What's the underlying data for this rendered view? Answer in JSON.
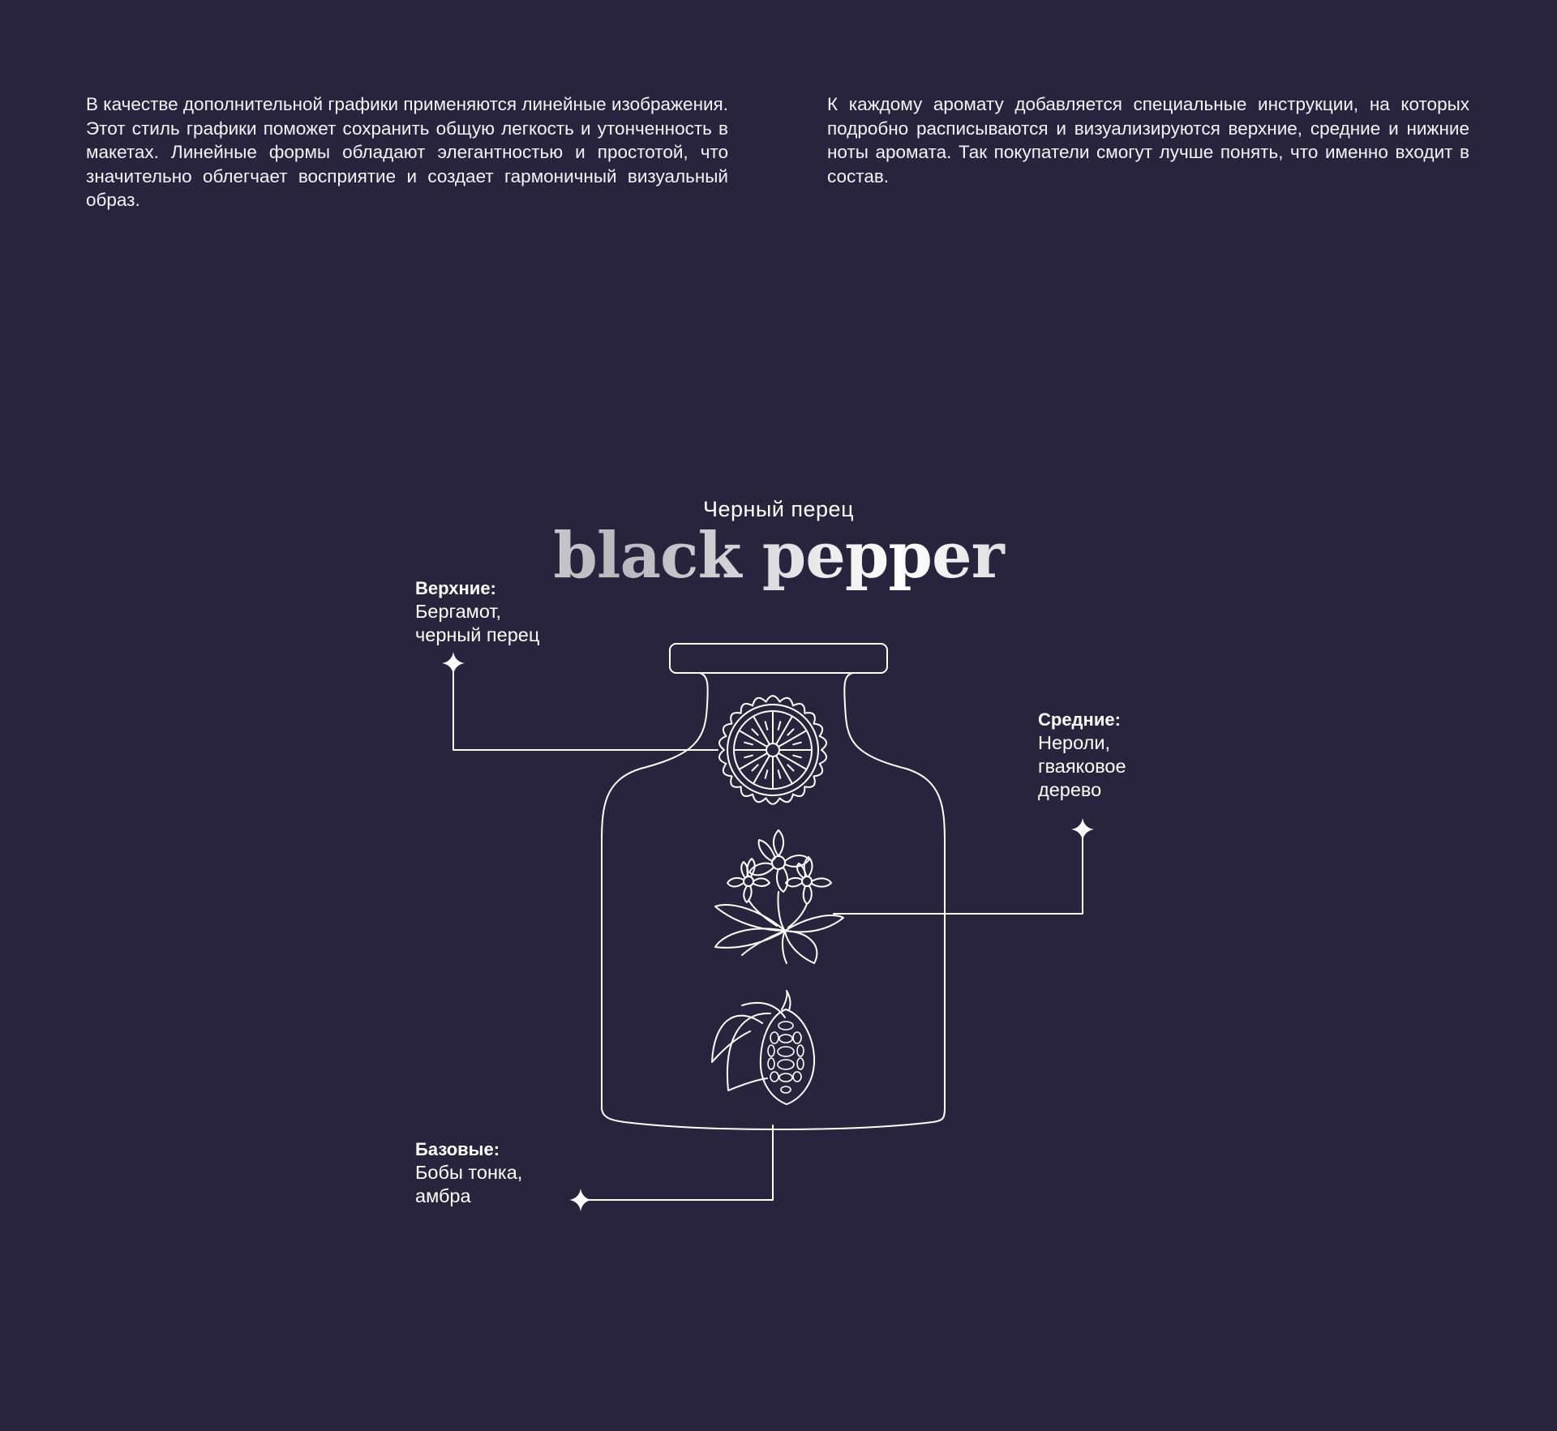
{
  "intro": {
    "left": "В качестве дополнительной графики применяются линейные изображения. Этот стиль графики поможет сохранить общую легкость и утонченность в макетах. Линейные формы обладают элегантностью и простотой, что значительно облегчает восприятие и создает гармоничный визуальный образ.",
    "right": "К каждому аромату добавляется специальные инструкции, на которых подробно расписываются и визуализируются верхние, средние и нижние ноты аромата. Так покупатели смогут лучше понять, что именно входит в состав."
  },
  "scent": {
    "subtitle": "Черный перец",
    "title": "black pepper"
  },
  "notes": {
    "top": {
      "heading": "Верхние:",
      "lines": [
        "Бергамот,",
        "черный перец"
      ]
    },
    "middle": {
      "heading": "Средние:",
      "lines": [
        "Нероли,",
        "гваяковое",
        "дерево"
      ]
    },
    "base": {
      "heading": "Базовые:",
      "lines": [
        "Бобы тонка,",
        "амбра"
      ]
    }
  },
  "colors": {
    "background": "#29243e",
    "line": "#ffffff"
  },
  "icons": [
    "bottle-outline",
    "citrus-slice-icon",
    "neroli-flower-icon",
    "tonka-bean-icon",
    "sparkle-icon"
  ]
}
